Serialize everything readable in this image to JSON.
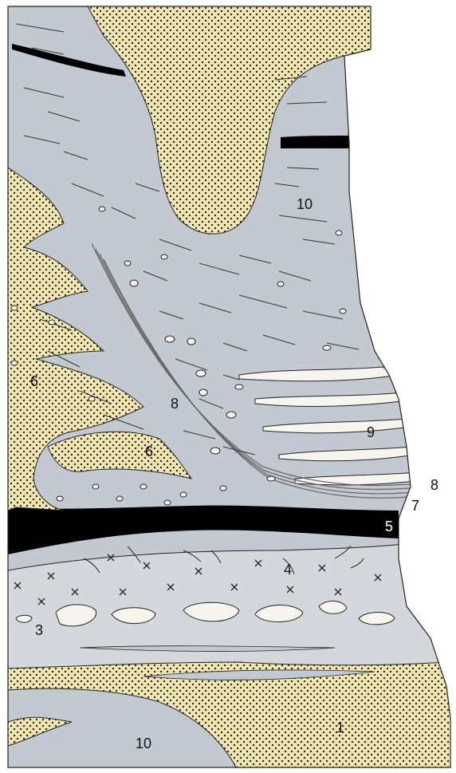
{
  "colors": {
    "sandstone": "#f2e6b0",
    "shale": "#c3c9d0",
    "light_shale": "#d4d8dc",
    "coal": "#000000",
    "limestone": "#f7f5ee",
    "outline": "#222222"
  },
  "labels": {
    "unit_1": "1",
    "unit_3": "3",
    "unit_4": "4",
    "unit_5": "5",
    "unit_6_left": "6",
    "unit_6_center": "6",
    "unit_7": "7",
    "unit_8_right": "8",
    "unit_8_center": "8",
    "unit_9": "9",
    "unit_10_top": "10",
    "unit_10_bottom": "10"
  }
}
